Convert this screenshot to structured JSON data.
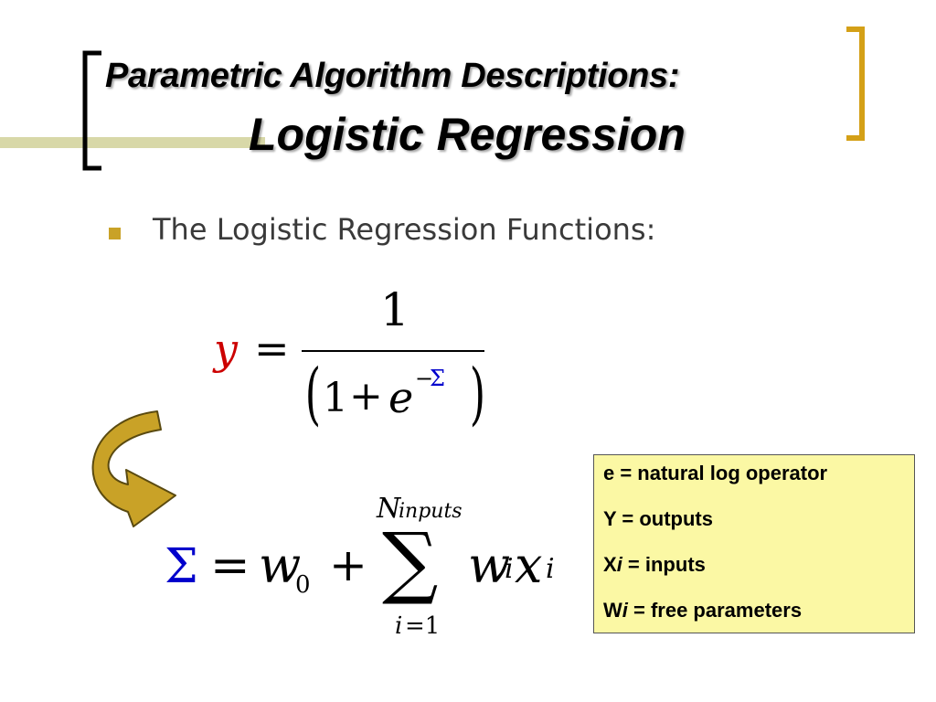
{
  "slide": {
    "title_line1": "Parametric Algorithm Descriptions:",
    "title_line2": "Logistic Regression",
    "bullet": "The Logistic Regression Functions:"
  },
  "equation1": {
    "lhs": "y",
    "equals": "=",
    "numerator": "1",
    "denominator_one": "1",
    "plus": "+",
    "e": "e",
    "exponent_minus": "−",
    "exponent_sigma": "Σ"
  },
  "equation2": {
    "sigma": "Σ",
    "equals": "=",
    "w0": "w",
    "w0_sub": "0",
    "plus": "+",
    "sum_symbol": "∑",
    "upper_N": "N",
    "upper_sub": "inputs",
    "lower": "i",
    "lower_eq": "=1",
    "wi": "w",
    "wi_sub": "i",
    "xi": "x",
    "xi_sub": "i"
  },
  "legend": {
    "line1": "e = natural log operator",
    "line2": "Y = outputs",
    "line3_pre": "X",
    "line3_i": "i",
    "line3_post": " = inputs",
    "line4_pre": "W",
    "line4_i": "i",
    "line4_post": " = free parameters"
  },
  "colors": {
    "accent_gold": "#c9a227",
    "bar_olive": "#d8d8a8",
    "y_red": "#cc0000",
    "sigma_blue": "#0000cc",
    "legend_bg": "#fbf8a4"
  }
}
